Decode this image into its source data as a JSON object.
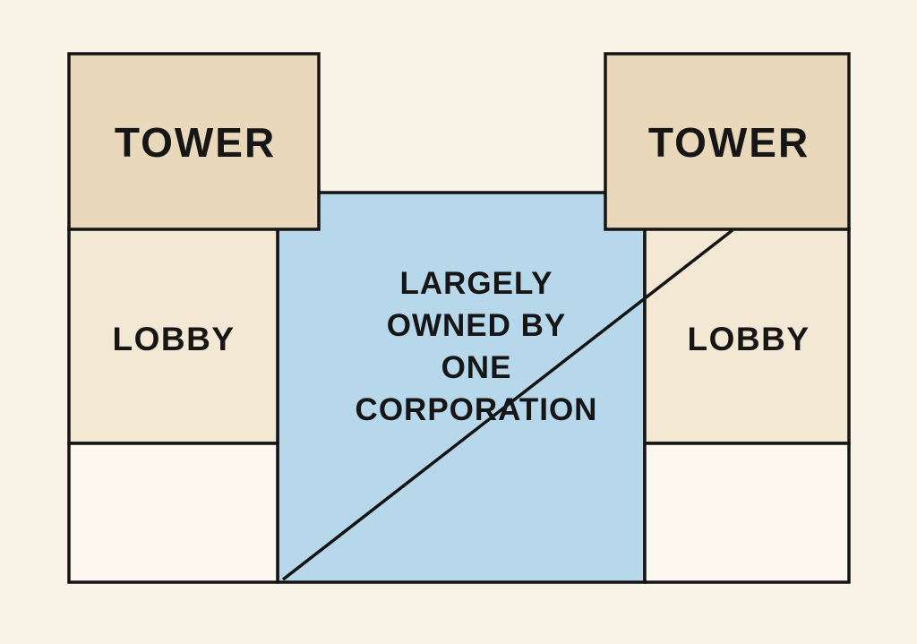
{
  "diagram": {
    "title": "building-ownership-cross-section",
    "towers": [
      {
        "label": "TOWER"
      },
      {
        "label": "TOWER"
      }
    ],
    "lobbies": [
      {
        "label": "LOBBY"
      },
      {
        "label": "LOBBY"
      }
    ],
    "center": {
      "lines": [
        "LARGELY",
        "OWNED BY",
        "ONE",
        "CORPORATION"
      ]
    },
    "colors": {
      "background": "#f8f2e7",
      "tower": "#ead8bb",
      "lobby": "#f3e8d3",
      "basement": "#fcf8ef",
      "center": "#b7d7eb",
      "stroke": "#141414"
    }
  }
}
